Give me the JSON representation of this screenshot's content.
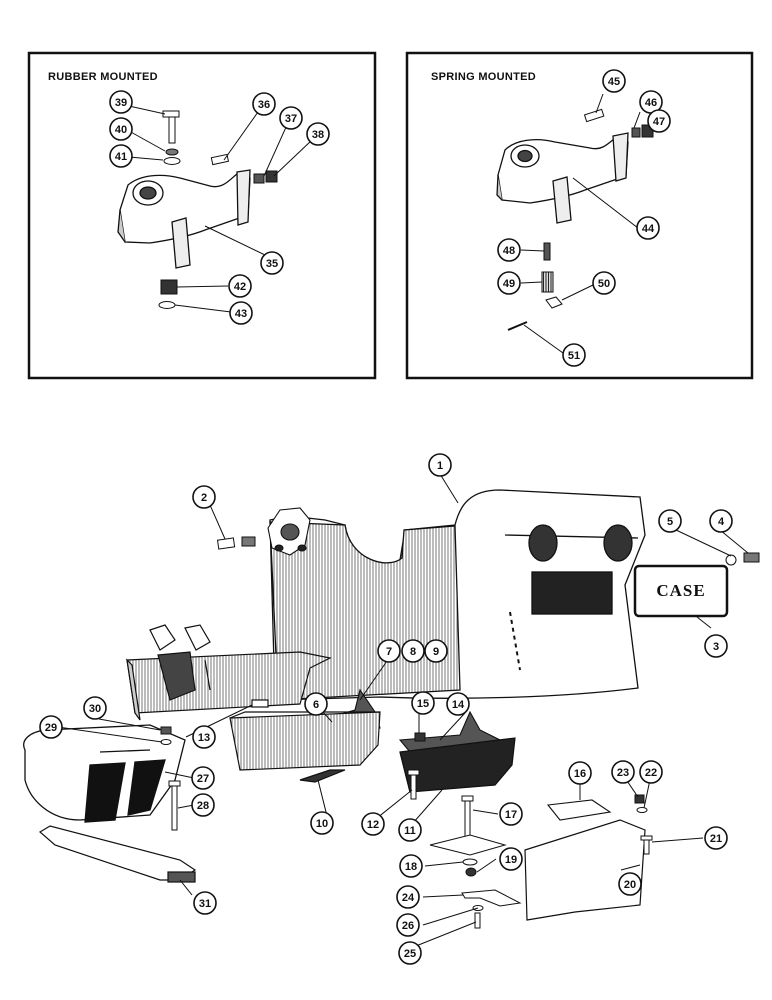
{
  "insets": {
    "rubber": {
      "title": "RUBBER MOUNTED"
    },
    "spring": {
      "title": "SPRING MOUNTED"
    }
  },
  "plate": {
    "brand": "CASE"
  },
  "callouts": {
    "c1": "1",
    "c2": "2",
    "c3": "3",
    "c4": "4",
    "c5": "5",
    "c6": "6",
    "c7": "7",
    "c8": "8",
    "c9": "9",
    "c10": "10",
    "c11": "11",
    "c12": "12",
    "c13": "13",
    "c14": "14",
    "c15": "15",
    "c16": "16",
    "c17": "17",
    "c18": "18",
    "c19": "19",
    "c20": "20",
    "c21": "21",
    "c22": "22",
    "c23": "23",
    "c24": "24",
    "c25": "25",
    "c26": "26",
    "c27": "27",
    "c28": "28",
    "c29": "29",
    "c30": "30",
    "c31": "31",
    "c35": "35",
    "c36": "36",
    "c37": "37",
    "c38": "38",
    "c39": "39",
    "c40": "40",
    "c41": "41",
    "c42": "42",
    "c43": "43",
    "c44": "44",
    "c45": "45",
    "c46": "46",
    "c47": "47",
    "c48": "48",
    "c49": "49",
    "c50": "50",
    "c51": "51"
  }
}
